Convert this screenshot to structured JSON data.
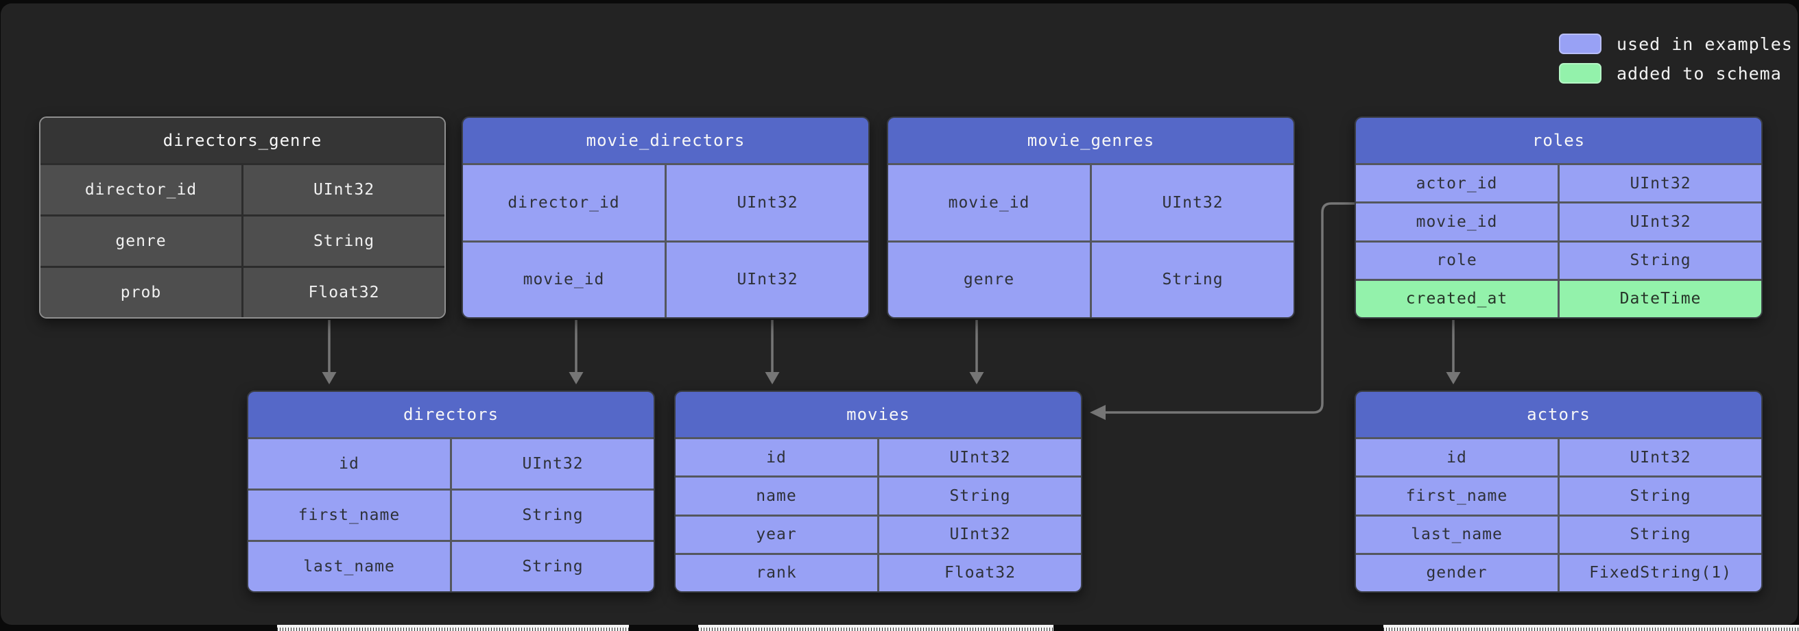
{
  "legend": {
    "items": [
      {
        "label": "used in examples",
        "color": "#98a1f5"
      },
      {
        "label": "added to schema",
        "color": "#93f2ab"
      }
    ]
  },
  "colors": {
    "used_in_examples_blue": "#98a1f5",
    "added_to_schema_green": "#93f2ab",
    "table_header_blue": "#5568c8",
    "plain_table_gray": "#4e4e4e",
    "arrow_gray": "#767676",
    "panel_background": "#232323"
  },
  "tables": [
    {
      "name": "directors_genre",
      "variant": "plain",
      "columns": [
        {
          "name": "director_id",
          "type": "UInt32"
        },
        {
          "name": "genre",
          "type": "String"
        },
        {
          "name": "prob",
          "type": "Float32"
        }
      ]
    },
    {
      "name": "movie_directors",
      "variant": "example",
      "columns": [
        {
          "name": "director_id",
          "type": "UInt32"
        },
        {
          "name": "movie_id",
          "type": "UInt32"
        }
      ]
    },
    {
      "name": "movie_genres",
      "variant": "example",
      "columns": [
        {
          "name": "movie_id",
          "type": "UInt32"
        },
        {
          "name": "genre",
          "type": "String"
        }
      ]
    },
    {
      "name": "roles",
      "variant": "example",
      "columns": [
        {
          "name": "actor_id",
          "type": "UInt32"
        },
        {
          "name": "movie_id",
          "type": "UInt32"
        },
        {
          "name": "role",
          "type": "String"
        },
        {
          "name": "created_at",
          "type": "DateTime",
          "highlight": "added_to_schema"
        }
      ]
    },
    {
      "name": "directors",
      "variant": "example",
      "columns": [
        {
          "name": "id",
          "type": "UInt32"
        },
        {
          "name": "first_name",
          "type": "String"
        },
        {
          "name": "last_name",
          "type": "String"
        }
      ]
    },
    {
      "name": "movies",
      "variant": "example",
      "columns": [
        {
          "name": "id",
          "type": "UInt32"
        },
        {
          "name": "name",
          "type": "String"
        },
        {
          "name": "year",
          "type": "UInt32"
        },
        {
          "name": "rank",
          "type": "Float32"
        }
      ]
    },
    {
      "name": "actors",
      "variant": "example",
      "columns": [
        {
          "name": "id",
          "type": "UInt32"
        },
        {
          "name": "first_name",
          "type": "String"
        },
        {
          "name": "last_name",
          "type": "String"
        },
        {
          "name": "gender",
          "type": "FixedString(1)"
        }
      ]
    }
  ],
  "relationships": [
    {
      "from": "directors_genre",
      "to": "directors"
    },
    {
      "from": "movie_directors",
      "to": "directors"
    },
    {
      "from": "movie_directors",
      "to": "movies"
    },
    {
      "from": "movie_genres",
      "to": "movies"
    },
    {
      "from": "roles",
      "to": "movies"
    },
    {
      "from": "roles",
      "to": "actors"
    }
  ]
}
